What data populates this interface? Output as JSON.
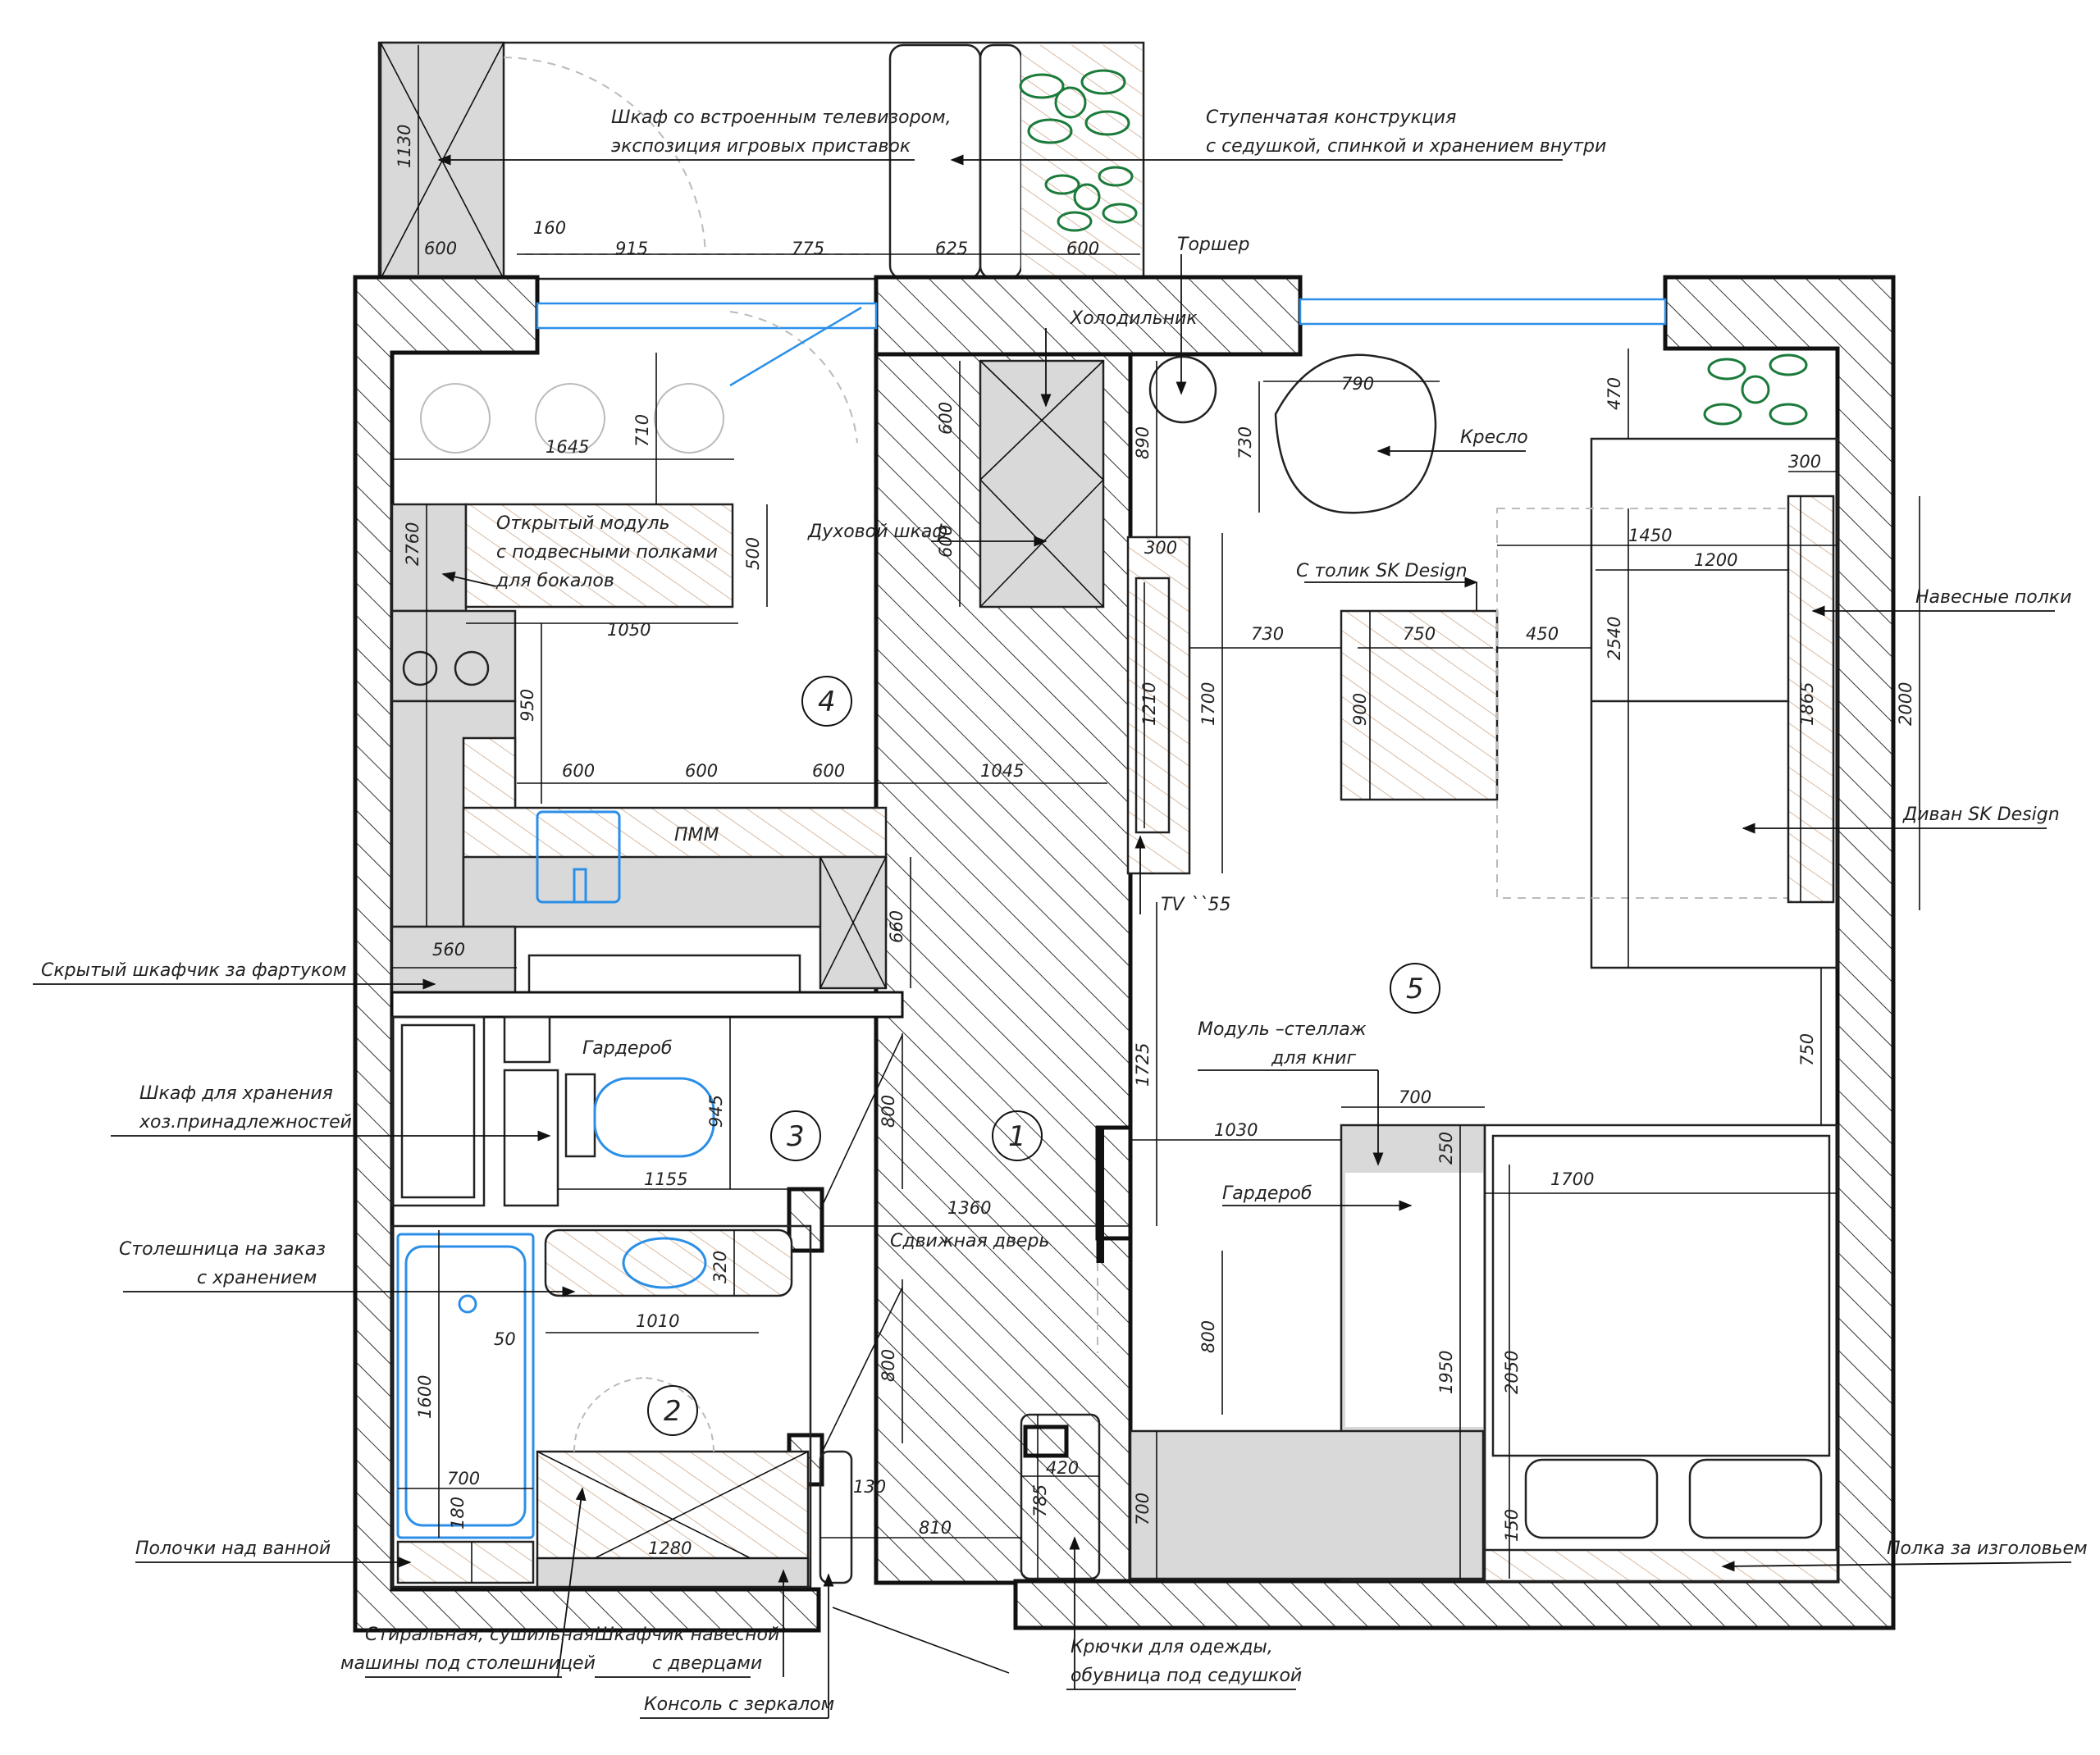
{
  "callouts": {
    "tv_cabinet": [
      "Шкаф со  встроенным телевизором,",
      "экспозиция игровых приставок"
    ],
    "step_structure": [
      "Ступенчатая конструкция",
      "с седушкой, спинкой и хранением внутри"
    ],
    "floor_lamp": "Торшер",
    "fridge": "Холодильник",
    "armchair": "Кресло",
    "open_module": [
      "Открытый модуль",
      "с подвесными полками",
      "для бокалов"
    ],
    "oven": "Духовой шкаф",
    "table": "С толик SK Design",
    "wall_shelves": "Навесные полки",
    "sofa": "Диван  SK Design",
    "dishwasher": "ПММ",
    "tv": "TV ``55",
    "hidden_cabinet": "Скрытый шкафчик за фартуком",
    "household_cabinet": [
      "Шкаф для хранения",
      "хоз.принадлежностей"
    ],
    "wardrobe_small": "Гардероб",
    "bookshelf_module": [
      "Модуль –стеллаж",
      "для книг"
    ],
    "sliding_door": "Сдвижная дверь",
    "wardrobe_large": "Гардероб",
    "countertop": [
      "Столешница на заказ",
      "с хранением"
    ],
    "bath_shelves": "Полочки над ванной",
    "headboard_shelf": "Полка за изголовьем",
    "washer": [
      "Стиральная, сушильная",
      "машины под столешницей"
    ],
    "wall_cabinet": [
      "Шкафчик навесной",
      "с дверцами"
    ],
    "hooks": [
      "Крючки для одежды,",
      "обувница под седушкой"
    ],
    "console": "Консоль с зеркалом"
  },
  "rooms": [
    "1",
    "2",
    "3",
    "4",
    "5"
  ],
  "dimensions": {
    "d1130": "1130",
    "d600a": "600",
    "d160": "160",
    "d915": "915",
    "d775": "775",
    "d625": "625",
    "d600b": "600",
    "d1645": "1645",
    "d710": "710",
    "d2760": "2760",
    "d500": "500",
    "d1050": "1050",
    "d950": "950",
    "d600c": "600",
    "d600d": "600",
    "d600e": "600",
    "d1045": "1045",
    "d660": "660",
    "d560": "560",
    "d600f": "600",
    "d600g": "600",
    "d890": "890",
    "d790": "790",
    "d730a": "730",
    "d470": "470",
    "d300a": "300",
    "d1450": "1450",
    "d1200": "1200",
    "d300b": "300",
    "d730b": "730",
    "d750a": "750",
    "d450": "450",
    "d1210": "1210",
    "d1700a": "1700",
    "d900": "900",
    "d2540": "2540",
    "d1865": "1865",
    "d2000": "2000",
    "d945": "945",
    "d800a": "800",
    "d1155": "1155",
    "d1360": "1360",
    "d1725": "1725",
    "d750b": "750",
    "d700a": "700",
    "d1030": "1030",
    "d250": "250",
    "d1700b": "1700",
    "d320": "320",
    "d50": "50",
    "d1010": "1010",
    "d800b": "800",
    "d1950": "1950",
    "d2050": "2050",
    "d1600": "1600",
    "d700b": "700",
    "d180": "180",
    "d1280": "1280",
    "d130": "130",
    "d810": "810",
    "d420": "420",
    "d785": "785",
    "d700c": "700",
    "d150": "150"
  },
  "colors": {
    "line": "#111111",
    "plumbing": "#2b8fe8",
    "plants": "#1a7a3a",
    "fill_grey": "#d9d9d9",
    "wood": "#c9a486"
  }
}
